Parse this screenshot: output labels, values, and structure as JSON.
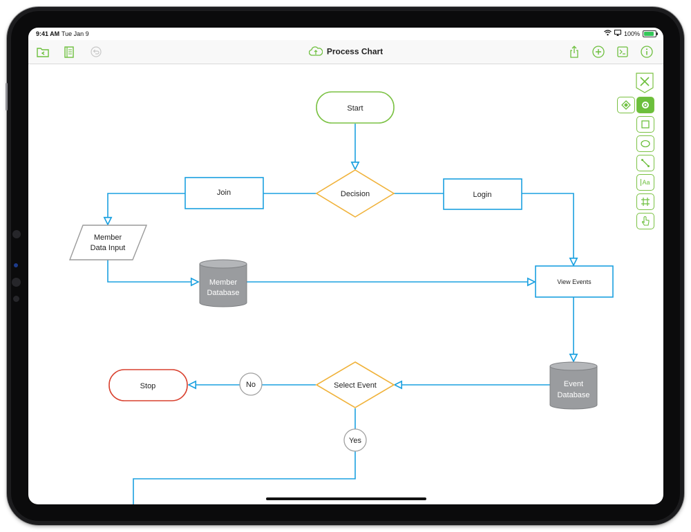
{
  "status_bar": {
    "time": "9:41 AM",
    "date": "Tue Jan 9",
    "battery": "100%"
  },
  "toolbar": {
    "title": "Process Chart",
    "left_icons": [
      "folder-back-icon",
      "sidebar-icon",
      "undo-icon"
    ],
    "right_icons": [
      "share-icon",
      "add-icon",
      "terminal-icon",
      "info-icon"
    ],
    "accent": "#6cbf3c"
  },
  "palette": {
    "tools": [
      "style-tool",
      "selection-tool",
      "rectangle-tool",
      "ellipse-tool",
      "line-tool",
      "text-tool",
      "grid-tool",
      "touch-tool"
    ],
    "text_tool_label": "Aa"
  },
  "flowchart": {
    "colors": {
      "connector": "#1aa0e0",
      "terminal_start": "#7ac142",
      "terminal_stop": "#d9412f",
      "decision": "#f0b23a",
      "process": "#1aa0e0",
      "database": "#9a9c9f",
      "io": "#9a9a9a"
    },
    "nodes": {
      "start": "Start",
      "decision": "Decision",
      "join": "Join",
      "login": "Login",
      "member_input_line1": "Member",
      "member_input_line2": "Data Input",
      "member_db_line1": "Member",
      "member_db_line2": "Database",
      "view_events": "View Events",
      "event_db_line1": "Event",
      "event_db_line2": "Database",
      "select_event": "Select Event",
      "stop": "Stop",
      "no": "No",
      "yes": "Yes"
    }
  }
}
